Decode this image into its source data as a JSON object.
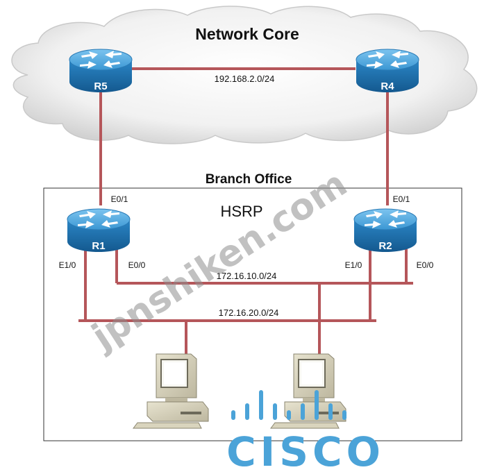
{
  "diagram": {
    "core_title": "Network Core",
    "branch_title": "Branch Office",
    "hsrp_label": "HSRP",
    "core_link_label": "192.168.2.0/24",
    "lan1_label": "172.16.10.0/24",
    "lan2_label": "172.16.20.0/24",
    "routers": {
      "r5": "R5",
      "r4": "R4",
      "r1": "R1",
      "r2": "R2"
    },
    "interfaces": {
      "r1_e01": "E0/1",
      "r1_e10": "E1/0",
      "r1_e00": "E0/0",
      "r2_e01": "E0/1",
      "r2_e10": "E1/0",
      "r2_e00": "E0/0"
    },
    "link_color": "#b5565a",
    "router_color": "#2f89c6"
  },
  "watermark": "jpnshiken.com",
  "logo": "CISCO"
}
